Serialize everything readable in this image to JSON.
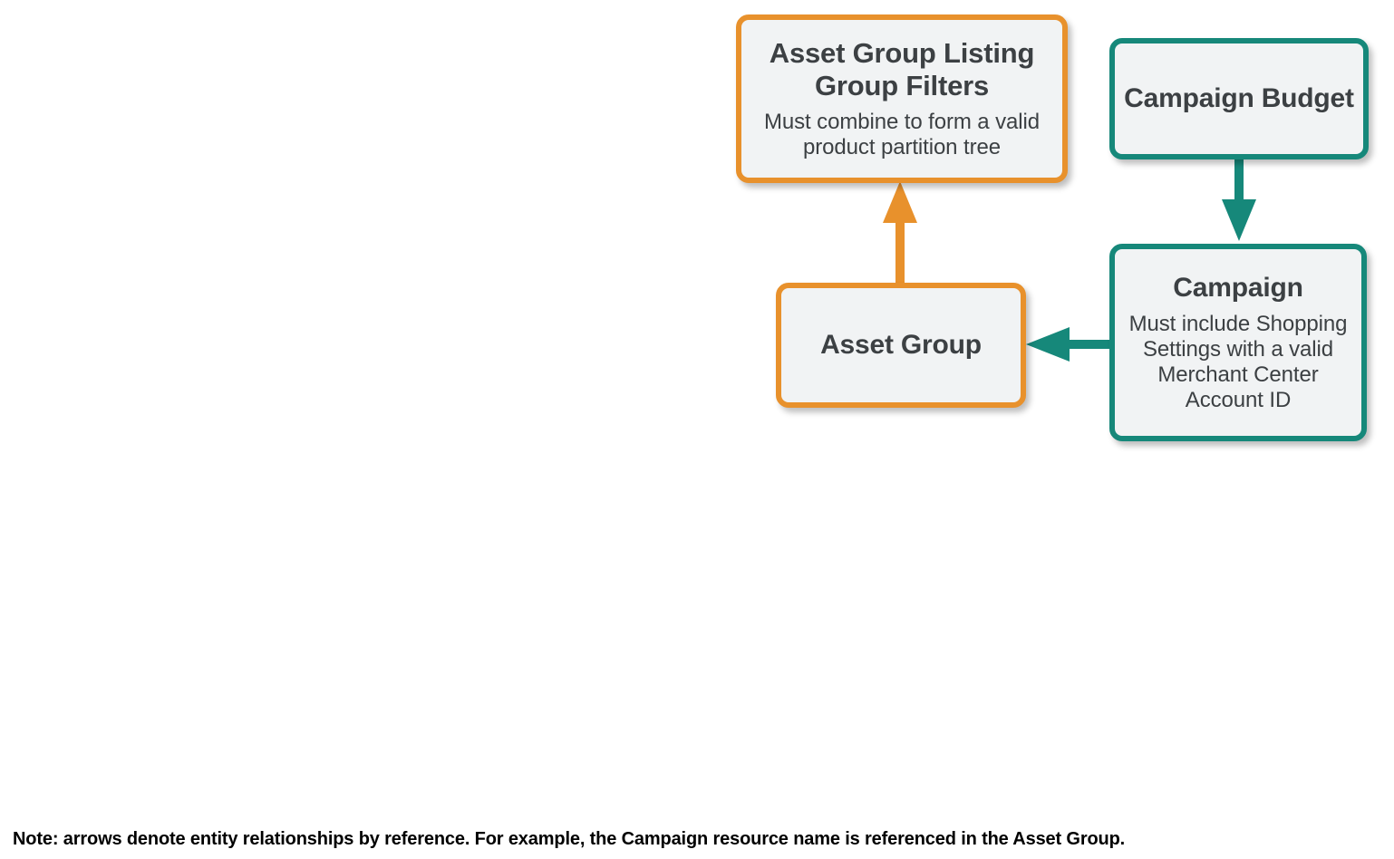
{
  "diagram": {
    "type": "entity-relationship",
    "colors": {
      "orange": "#e8912c",
      "teal": "#16887a",
      "node_fill": "#f1f3f4",
      "text": "#3c4043",
      "note_text": "#000000",
      "background": "#ffffff"
    },
    "nodes": [
      {
        "id": "asset-group-listing-group-filters",
        "title": "Asset Group Listing Group Filters",
        "description": "Must combine to form a valid product partition tree",
        "color": "orange"
      },
      {
        "id": "campaign-budget",
        "title": "Campaign Budget",
        "description": "",
        "color": "teal"
      },
      {
        "id": "asset-group",
        "title": "Asset Group",
        "description": "",
        "color": "orange"
      },
      {
        "id": "campaign",
        "title": "Campaign",
        "description": "Must include Shopping Settings with a valid Merchant Center Account ID",
        "color": "teal"
      }
    ],
    "edges": [
      {
        "id": "asset-group-to-listing-group-filters",
        "from": "asset-group",
        "to": "asset-group-listing-group-filters",
        "direction": "up",
        "color": "orange"
      },
      {
        "id": "campaign-budget-to-campaign",
        "from": "campaign-budget",
        "to": "campaign",
        "direction": "down",
        "color": "teal"
      },
      {
        "id": "campaign-to-asset-group",
        "from": "campaign",
        "to": "asset-group",
        "direction": "left",
        "color": "teal"
      }
    ]
  },
  "footer": {
    "note": "Note: arrows denote entity relationships by reference. For example, the Campaign resource name is referenced in the Asset Group."
  }
}
